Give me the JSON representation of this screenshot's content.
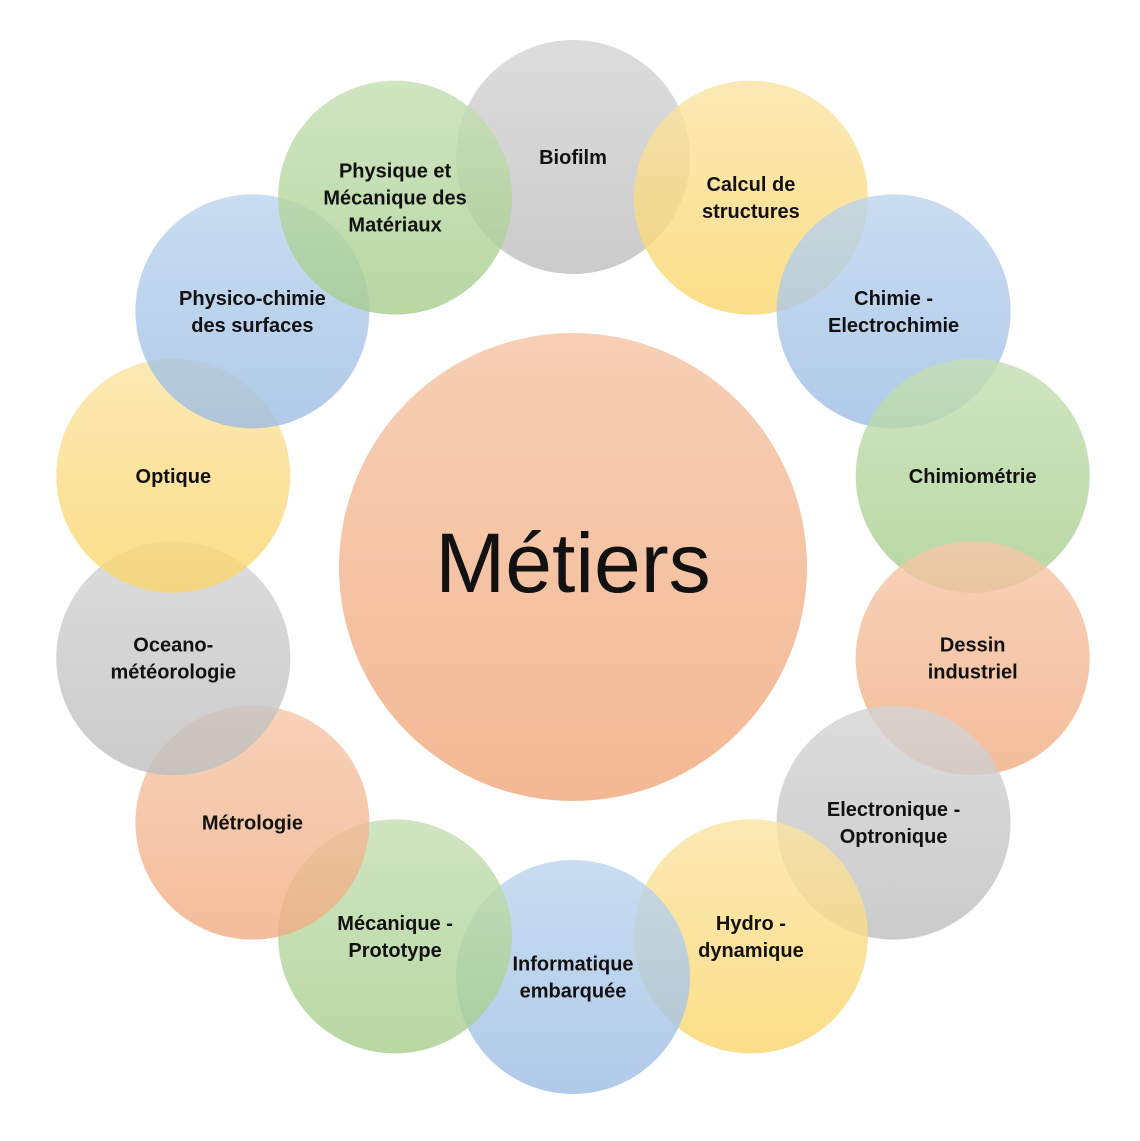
{
  "center": {
    "label": "Métiers",
    "color": "peach"
  },
  "palette": {
    "grey": {
      "top": "#d4d4d4",
      "bottom": "#bebebe"
    },
    "yellow": {
      "top": "#fbe3a2",
      "bottom": "#fad66b"
    },
    "blue": {
      "top": "#bcd4ee",
      "bottom": "#9cbde3"
    },
    "green": {
      "top": "#c4dfb2",
      "bottom": "#a6cd8c"
    },
    "peach": {
      "top": "#f6c7a8",
      "bottom": "#f1ac82"
    }
  },
  "nodes": [
    {
      "id": "biofilm",
      "lines": [
        "Biofilm"
      ],
      "color": "grey"
    },
    {
      "id": "calcul",
      "lines": [
        "Calcul de",
        "structures"
      ],
      "color": "yellow"
    },
    {
      "id": "chimie",
      "lines": [
        "Chimie -",
        "Electrochimie"
      ],
      "color": "blue"
    },
    {
      "id": "chimiometrie",
      "lines": [
        "Chimiométrie"
      ],
      "color": "green"
    },
    {
      "id": "dessin",
      "lines": [
        "Dessin",
        "industriel"
      ],
      "color": "peach"
    },
    {
      "id": "electronique",
      "lines": [
        "Electronique -",
        "Optronique"
      ],
      "color": "grey"
    },
    {
      "id": "hydro",
      "lines": [
        "Hydro -",
        "dynamique"
      ],
      "color": "yellow"
    },
    {
      "id": "informatique",
      "lines": [
        "Informatique",
        "embarquée"
      ],
      "color": "blue"
    },
    {
      "id": "mecanique",
      "lines": [
        "Mécanique -",
        "Prototype"
      ],
      "color": "green"
    },
    {
      "id": "metrologie",
      "lines": [
        "Métrologie"
      ],
      "color": "peach"
    },
    {
      "id": "oceano",
      "lines": [
        "Oceano-",
        "météorologie"
      ],
      "color": "grey"
    },
    {
      "id": "optique",
      "lines": [
        "Optique"
      ],
      "color": "yellow"
    },
    {
      "id": "physico",
      "lines": [
        "Physico-chimie",
        "des surfaces"
      ],
      "color": "blue"
    },
    {
      "id": "physique",
      "lines": [
        "Physique et",
        "Mécanique des",
        "Matériaux"
      ],
      "color": "green"
    }
  ]
}
